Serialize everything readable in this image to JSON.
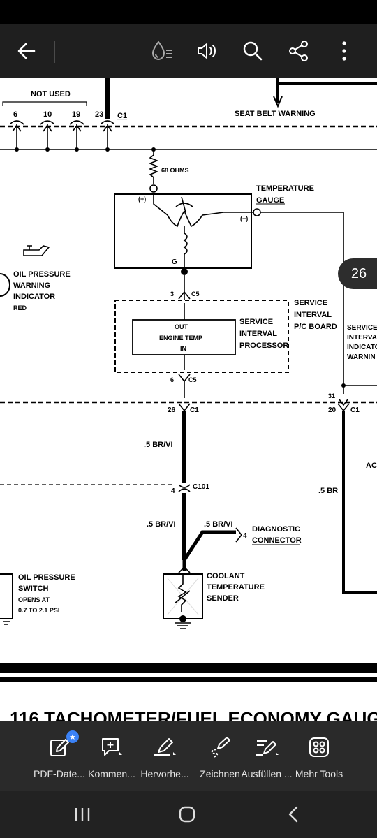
{
  "toolbar": {
    "icons": [
      "back-arrow-icon",
      "reading-mode-icon",
      "read-aloud-icon",
      "search-icon",
      "share-icon",
      "more-vertical-icon"
    ]
  },
  "page_badge": "26",
  "diagram": {
    "not_used": "NOT USED",
    "pin_6": "6",
    "pin_10": "10",
    "pin_19": "19",
    "pin_23": "23",
    "c1_top": "C1",
    "seat_belt": "SEAT BELT WARNING",
    "ohms": "68 OHMS",
    "plus": "(+)",
    "minus": "(−)",
    "g": "G",
    "temp_gauge_1": "TEMPERATURE",
    "temp_gauge_2": "GAUGE",
    "oil_warn_1": "OIL PRESSURE",
    "oil_warn_2": "WARNING",
    "oil_warn_3": "INDICATOR",
    "oil_warn_4": "RED",
    "pin_3": "3",
    "c5_a": "C5",
    "out": "OUT",
    "engine_temp": "ENGINE TEMP",
    "in": "IN",
    "sip_1": "SERVICE",
    "sip_2": "INTERVAL",
    "sip_3": "PROCESSOR",
    "pcb_1": "SERVICE",
    "pcb_2": "INTERVAL",
    "pcb_3": "P/C BOARD",
    "right_1": "SERVICE",
    "right_2": "INTERVAL",
    "right_3": "INDICATO",
    "right_4": "WARNIN",
    "pin_6b": "6",
    "c5_b": "C5",
    "pin_31": "31",
    "pin_26": "26",
    "c1_mid": "C1",
    "pin_20": "20",
    "c1_right": "C1",
    "ac": "AC",
    "wire_brvi_1": ".5 BR/VI",
    "wire_br": ".5 BR",
    "pin_4": "4",
    "c101": "C101",
    "wire_brvi_2": ".5 BR/VI",
    "wire_brvi_3": ".5 BR/VI",
    "pin_4b": "4",
    "diag_1": "DIAGNOSTIC",
    "diag_2": "CONNECTOR",
    "ops_1": "OIL PRESSURE",
    "ops_2": "SWITCH",
    "ops_3": "OPENS AT",
    "ops_4": "0.7 TO 2.1 PSI",
    "coolant_1": "COOLANT",
    "coolant_2": "TEMPERATURE",
    "coolant_3": "SENDER",
    "next_section": "116 TACHOMETER/FUEL ECONOMY GAUG"
  },
  "tools": [
    {
      "label": "PDF-Date...",
      "icon": "edit-pdf-icon"
    },
    {
      "label": "Kommen...",
      "icon": "comment-icon"
    },
    {
      "label": "Hervorhe...",
      "icon": "highlight-icon"
    },
    {
      "label": "Zeichnen",
      "icon": "draw-icon"
    },
    {
      "label": "Ausfüllen ...",
      "icon": "fill-sign-icon"
    },
    {
      "label": "Mehr Tools",
      "icon": "more-tools-icon"
    }
  ],
  "nav": [
    "recents-icon",
    "home-icon",
    "back-icon"
  ]
}
